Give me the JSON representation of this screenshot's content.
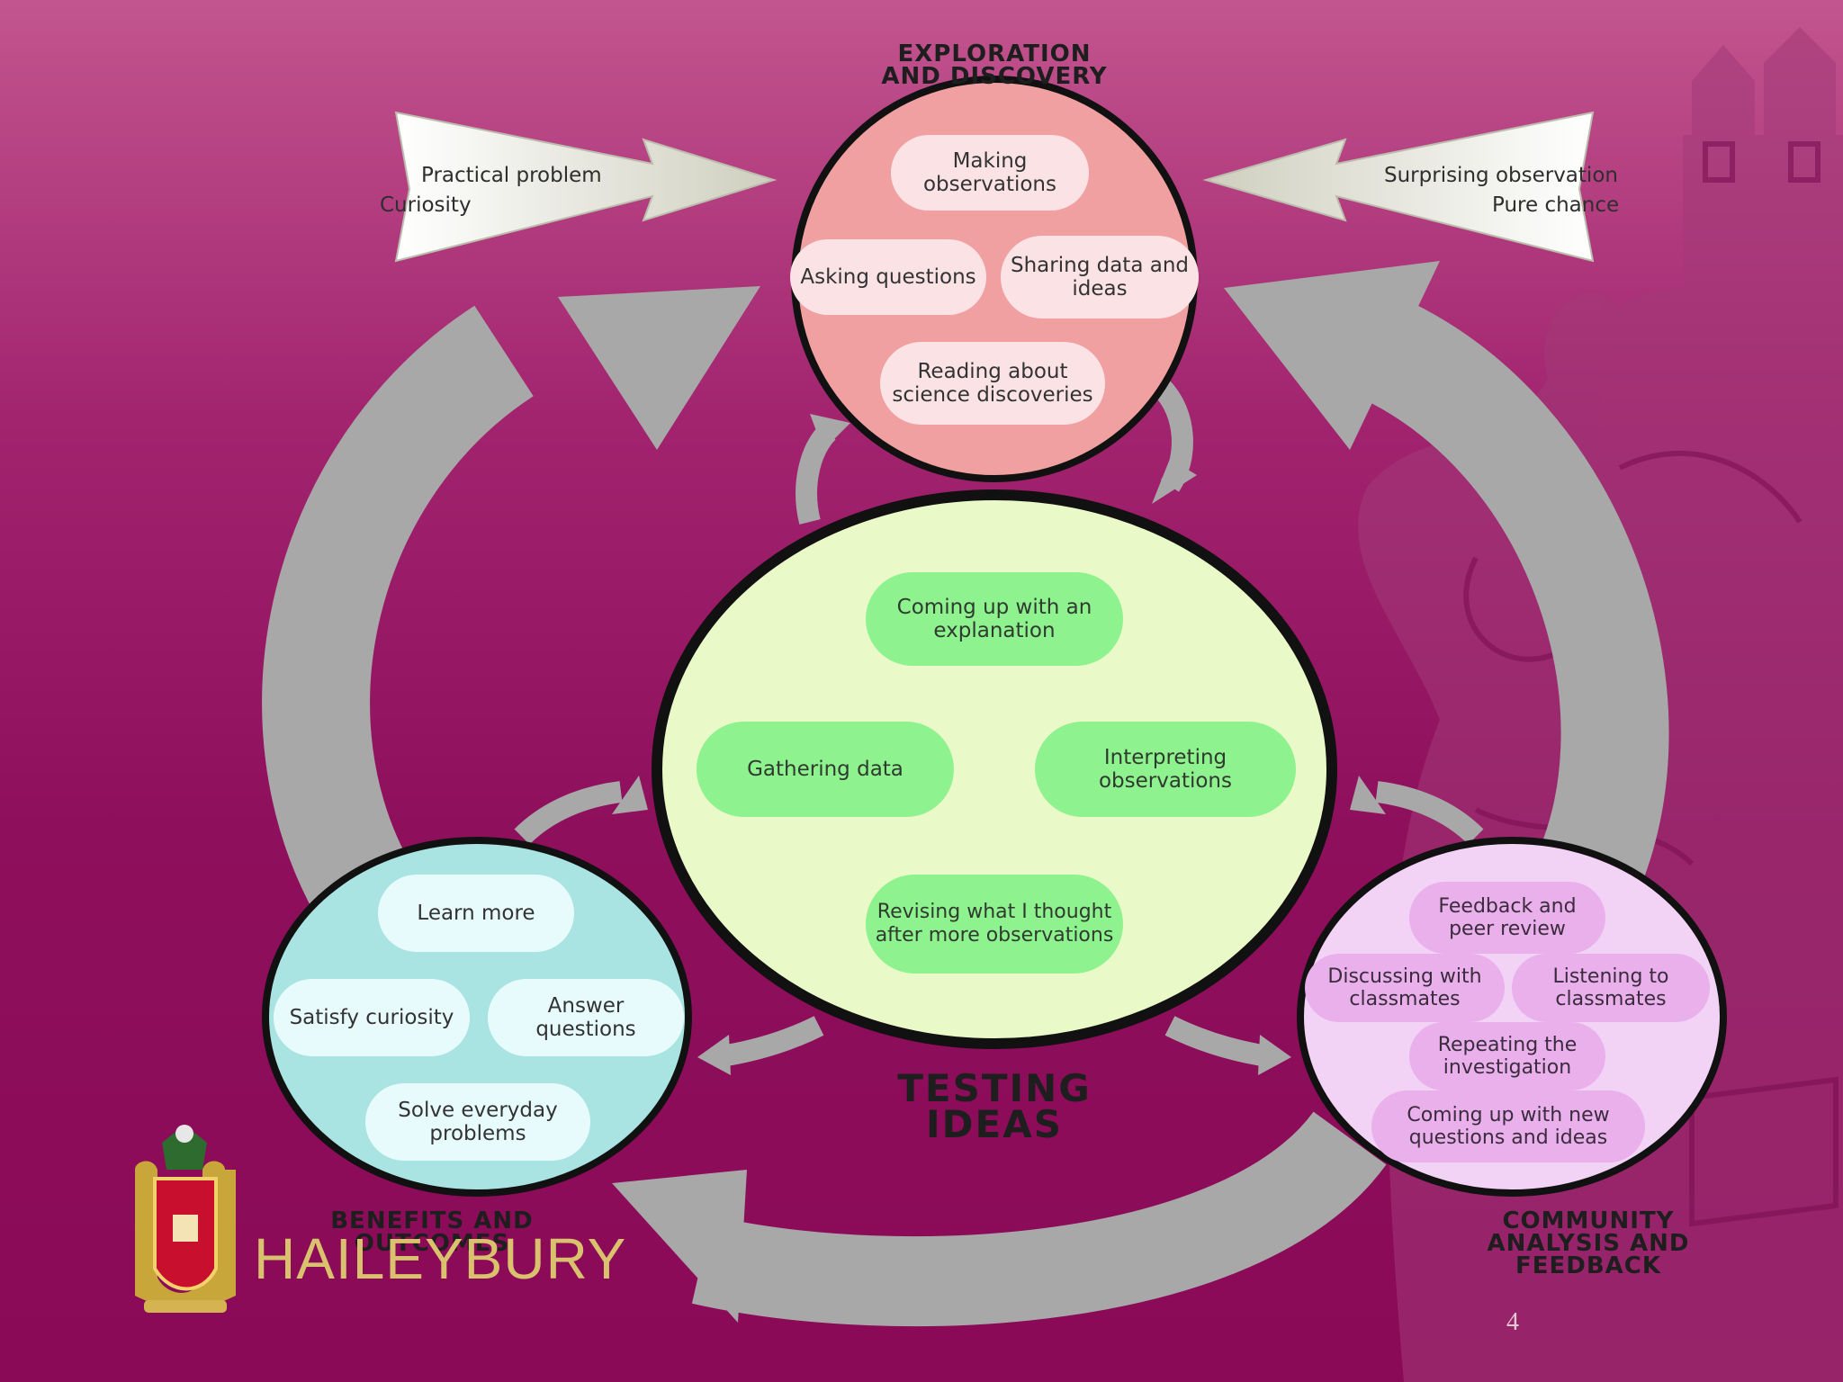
{
  "diagram": {
    "exploration": {
      "heading": [
        "EXPLORATION",
        "AND DISCOVERY"
      ],
      "items": [
        "Making observations",
        "Asking questions",
        "Sharing data and ideas",
        "Reading about science discoveries"
      ]
    },
    "left_inputs": [
      "Practical problem",
      "Curiosity"
    ],
    "right_inputs": [
      "Surprising observation",
      "Pure chance"
    ],
    "testing": {
      "heading": [
        "TESTING",
        "IDEAS"
      ],
      "items": [
        "Coming up with an explanation",
        "Gathering data",
        "Interpreting observations",
        "Revising what I thought after more observations"
      ]
    },
    "benefits": {
      "heading": [
        "BENEFITS AND",
        "OUTCOMES"
      ],
      "items": [
        "Learn more",
        "Satisfy curiosity",
        "Answer questions",
        "Solve everyday problems"
      ]
    },
    "community": {
      "heading": [
        "COMMUNITY",
        "ANALYSIS AND",
        "FEEDBACK"
      ],
      "items": [
        "Feedback and peer review",
        "Discussing with classmates",
        "Listening to classmates",
        "Repeating the investigation",
        "Coming up with new questions and ideas"
      ]
    }
  },
  "footer": {
    "brand": "HAILEYBURY",
    "page_number": "4"
  },
  "colors": {
    "exploration_circle": "#f0a0a0",
    "testing_circle": "#eaf9c8",
    "benefits_circle": "#a9e3e2",
    "community_circle": "#f3d3f5",
    "arrow_gray": "#a8a8a8",
    "brand_gold": "#d9c16d"
  },
  "icons": [
    "haileybury-crest-logo",
    "castle-watermark"
  ]
}
